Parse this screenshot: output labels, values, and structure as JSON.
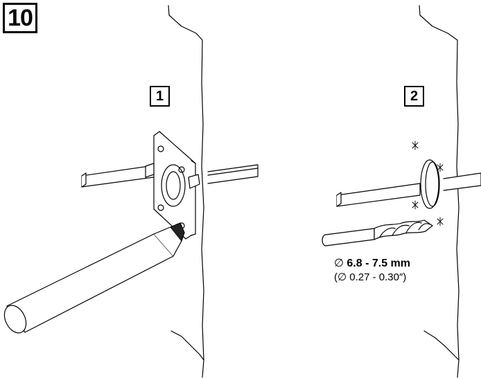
{
  "step_number": "10",
  "sub_steps": [
    {
      "label": "1"
    },
    {
      "label": "2"
    }
  ],
  "drill_spec": {
    "diameter_symbol": "∅",
    "metric": "6.8 - 7.5 mm",
    "imperial_prefix": "(∅ ",
    "imperial": "0.27 - 0.30″",
    "imperial_suffix": ")"
  }
}
